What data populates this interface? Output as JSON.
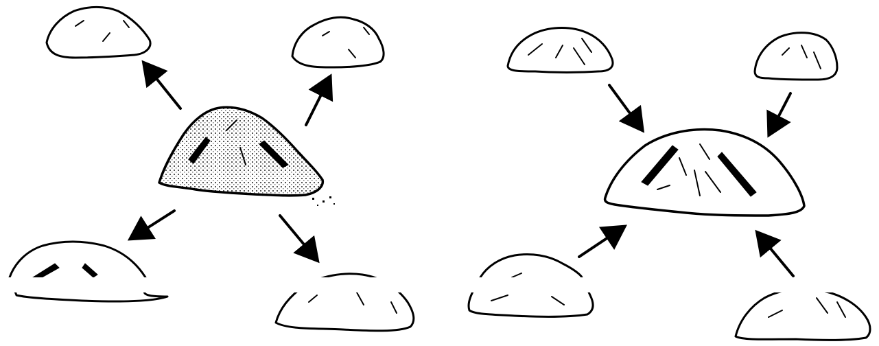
{
  "diagram": {
    "left_panel": {
      "center_node": "stippled-heap",
      "peripheral_nodes": [
        "heap-top-left",
        "heap-top-right",
        "heap-bottom-left",
        "heap-bottom-right"
      ],
      "arrow_direction": "outward"
    },
    "right_panel": {
      "center_node": "plain-heap",
      "peripheral_nodes": [
        "heap-top-left",
        "heap-top-right",
        "heap-bottom-left",
        "heap-bottom-right"
      ],
      "arrow_direction": "inward"
    },
    "colors": {
      "ink": "#000000",
      "background": "#ffffff"
    }
  }
}
